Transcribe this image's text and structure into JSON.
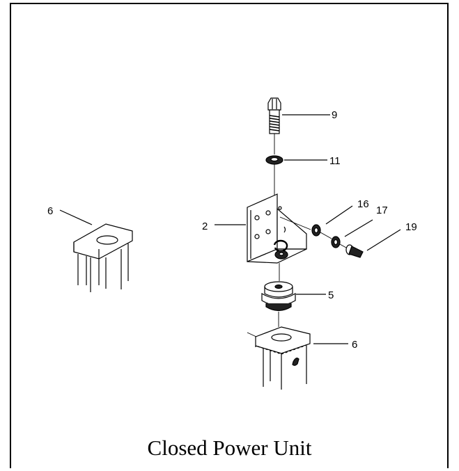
{
  "diagram": {
    "caption": "Closed Power Unit",
    "part_labels": {
      "bolt": "9",
      "flat_washer": "11",
      "washer_small": "16",
      "lock_washer": "17",
      "screw": "19",
      "bracket": "2",
      "bushing": "5",
      "post_top": "6",
      "post_left": "6"
    },
    "colors": {
      "ink": "#000000",
      "background": "#ffffff"
    }
  }
}
